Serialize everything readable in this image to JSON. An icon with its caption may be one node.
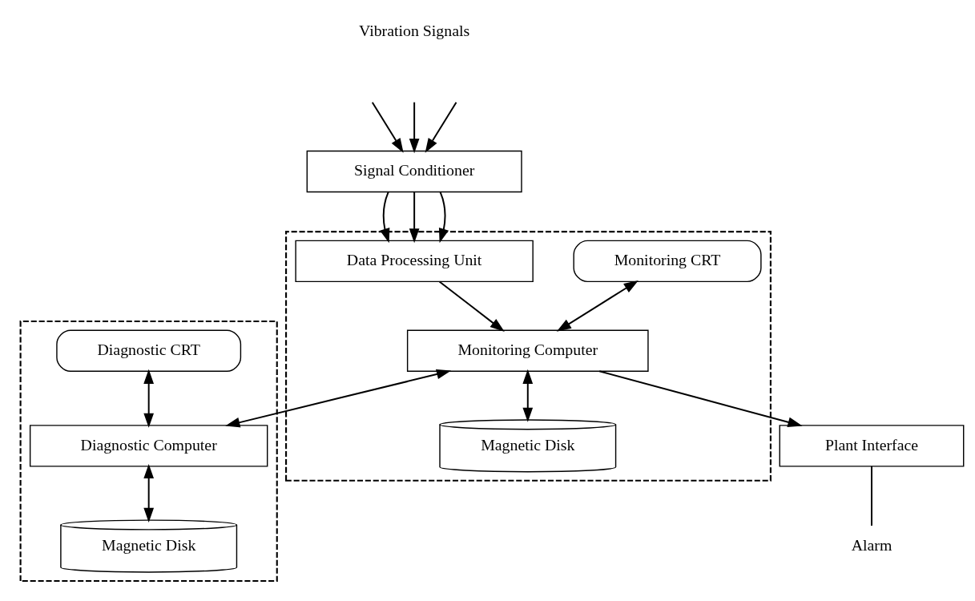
{
  "diagram": {
    "nodes": [
      {
        "text": [
          "Signal Conditioner"
        ]
      },
      {
        "text": [],
        "shape": "box"
      },
      {
        "text": [
          "Monitoring CRT"
        ],
        "in": 1
      },
      {
        "text": [
          "Data Processing Unit"
        ],
        "in": 1
      },
      {
        "text": [
          "Monitoring Computer"
        ],
        "in": 1
      },
      {
        "text": [
          "Magnetic Disk"
        ],
        "in": 1
      },
      {
        "text": [
          "Alarm"
        ]
      },
      {
        "text": [
          "Plant Interface"
        ]
      },
      {
        "text": [],
        "shape": "box"
      },
      {
        "text": [
          "Diagnostic CRT"
        ],
        "in": 8
      },
      {
        "text": [
          "Diagnostic Computer"
        ],
        "in": 8
      },
      {
        "text": [
          "Magnetic Disk"
        ],
        "in": 8
      }
    ],
    "edges": [
      {
        "from": null,
        "to": 0,
        "arrow": "to"
      },
      {
        "from": null,
        "to": 0,
        "arrow": "to"
      },
      {
        "from": null,
        "to": 0,
        "arrow": "to"
      },
      {
        "from": 0,
        "to": 3,
        "arrow": "to"
      },
      {
        "from": 0,
        "to": 3,
        "arrow": "to"
      },
      {
        "from": 0,
        "to": 3,
        "arrow": "to"
      },
      {
        "from": 3,
        "to": 4,
        "arrow": "to"
      },
      {
        "from": 2,
        "to": 4,
        "arrow": "both"
      },
      {
        "from": 4,
        "to": 5,
        "arrow": "both"
      },
      {
        "from": 4,
        "to": 7,
        "arrow": "to"
      },
      {
        "from": 7,
        "to": 6,
        "arrow": "none"
      },
      {
        "from": 4,
        "to": 10,
        "arrow": "both"
      },
      {
        "from": 9,
        "to": 10,
        "arrow": "both"
      },
      {
        "from": 10,
        "to": 11,
        "arrow": "both"
      }
    ],
    "labels": [
      "Vibration Signals"
    ]
  }
}
